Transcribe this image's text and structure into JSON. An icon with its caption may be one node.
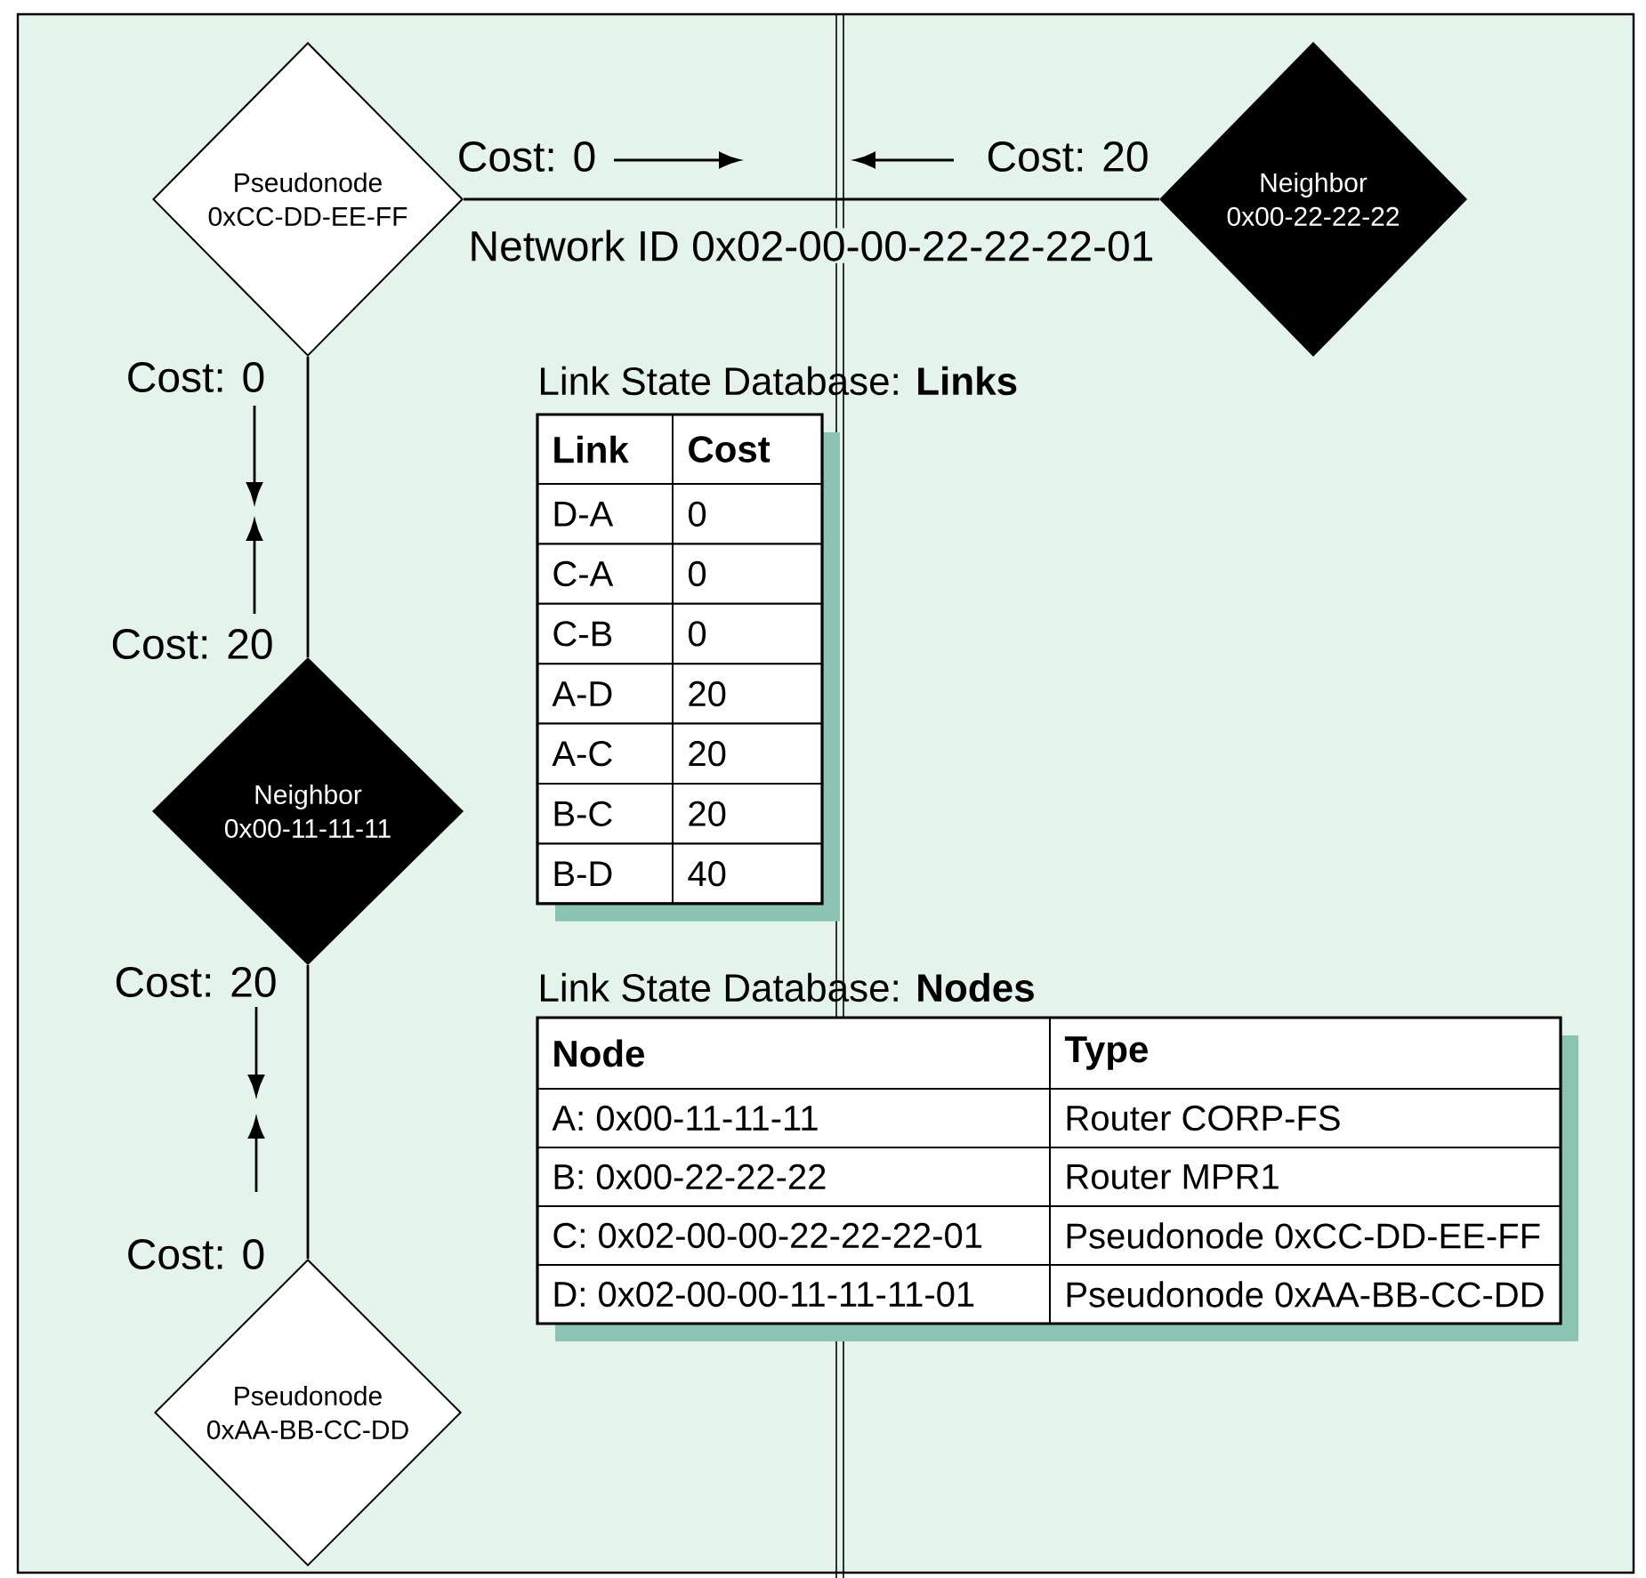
{
  "diagram": {
    "nodes": [
      {
        "text": [
          "Pseudonode",
          "0xCC-DD-EE-FF"
        ]
      },
      {
        "text": [
          "Neighbor",
          "0x00-22-22-22"
        ]
      },
      {
        "text": [
          "Neighbor",
          "0x00-11-11-11"
        ]
      },
      {
        "text": [
          "Pseudonode",
          "0xAA-BB-CC-DD"
        ]
      }
    ],
    "edges": [
      {
        "from": 0,
        "to": 1,
        "arrow": "none",
        "label": "Network ID 0x02-00-00-22-22-22-01"
      },
      {
        "from": 0,
        "to": 2,
        "arrow": "none"
      },
      {
        "from": 2,
        "to": 3,
        "arrow": "none"
      }
    ],
    "labels": [
      "Cost: 0",
      "Cost: 20",
      "Cost: 0",
      "Cost: 20",
      "Cost: 20",
      "Cost: 0",
      "Link State Database: **Links**",
      "Link",
      "Cost",
      "D-A",
      "0",
      "C-A",
      "0",
      "C-B",
      "0",
      "A-D",
      "20",
      "A-C",
      "20",
      "B-C",
      "20",
      "B-D",
      "40",
      "Link State Database: **Nodes**",
      "Node",
      "Type",
      "A: 0x00-11-11-11",
      "Router CORP-FS",
      "B: 0x00-22-22-22",
      "Router MPR1",
      "C: 0x02-00-00-22-22-22-01",
      "Pseudonode 0xCC-DD-EE-FF",
      "D: 0x02-00-00-11-11-11-01",
      "Pseudonode 0xAA-BB-CC-DD"
    ]
  }
}
